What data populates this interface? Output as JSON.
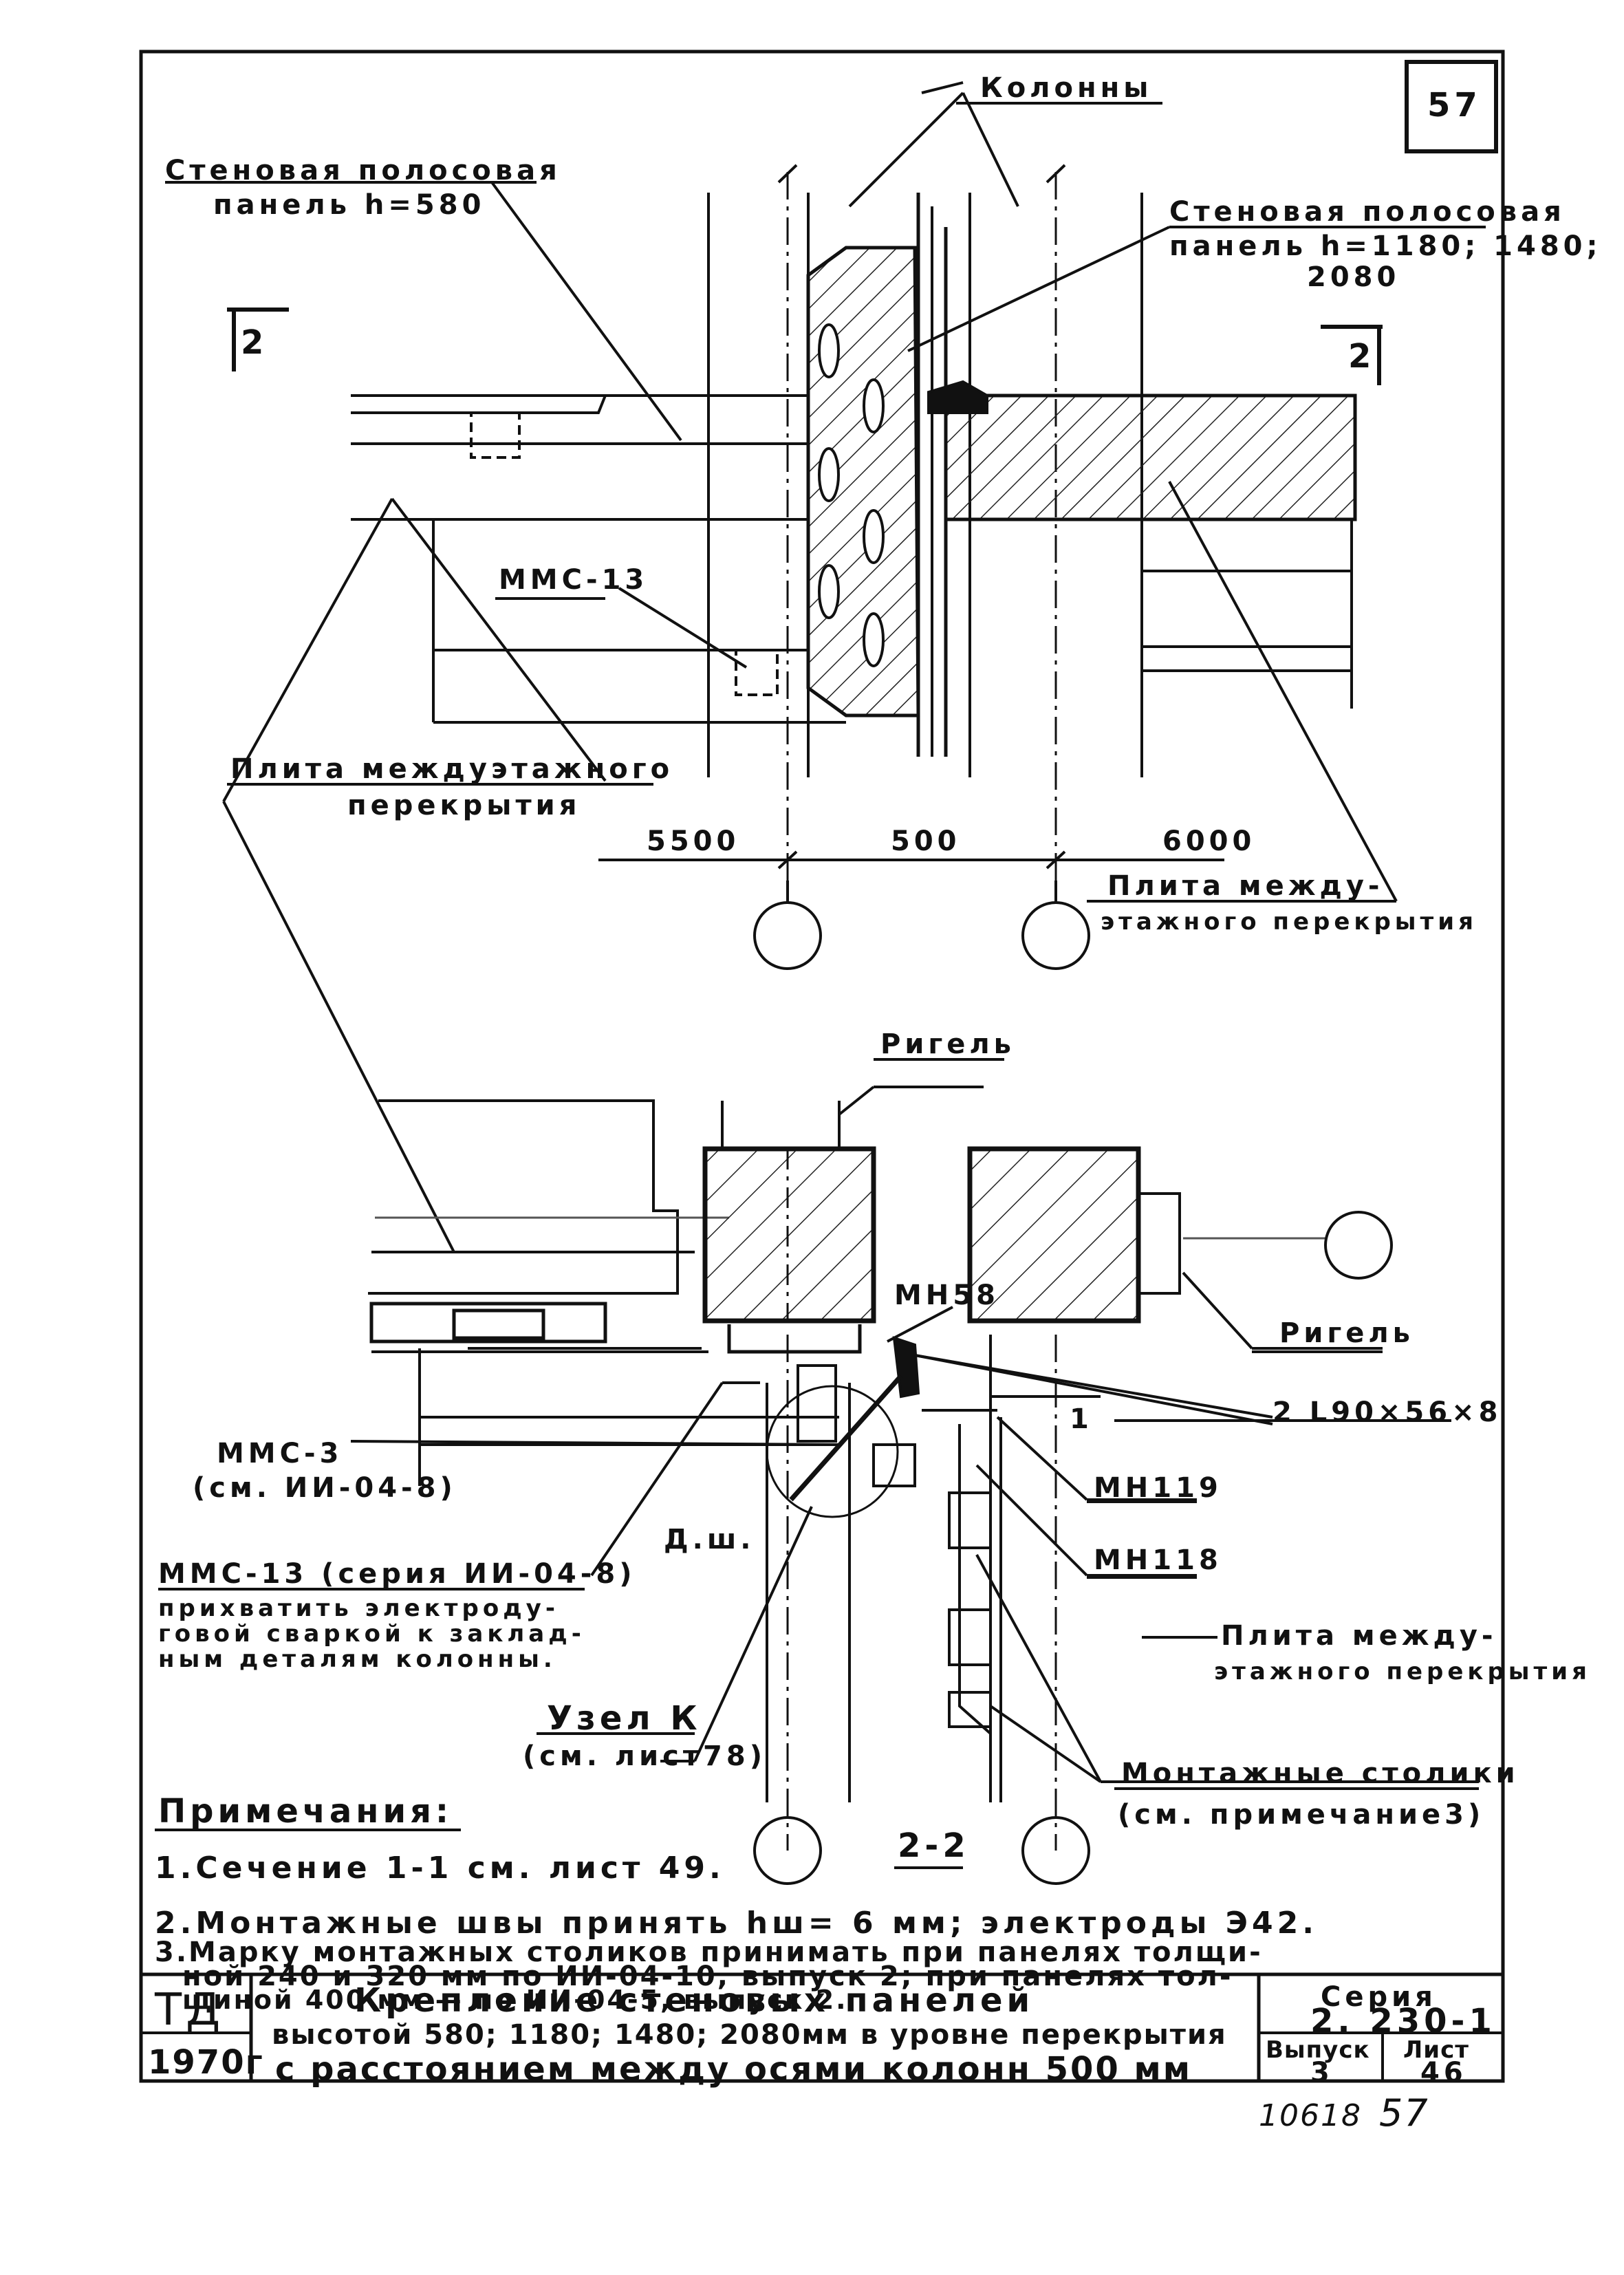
{
  "sheet_number": "57",
  "top_view": {
    "label_columns": "Колонны",
    "label_panel_580_line1": "Стеновая полосовая",
    "label_panel_580_line2": "панель h=580",
    "label_panel_big_line1": "Стеновая полосовая",
    "label_panel_big_line2": "панель h=1180; 1480;",
    "label_panel_big_line3": "2080",
    "section_left": "2",
    "section_right": "2",
    "label_mms13": "ММС-13",
    "label_slab_line1": "Плита междуэтажного",
    "label_slab_line2": "перекрытия",
    "dim_1": "5500",
    "dim_2": "500",
    "dim_3": "6000",
    "label_slab2_line1": "Плита между-",
    "label_slab2_line2": "этажного перекрытия"
  },
  "bottom_view": {
    "label_rigel_top": "Ригель",
    "label_rigel_right": "Ригель",
    "label_mn58": "МН58",
    "label_angles": "2 L90×56×8",
    "label_mms3_line1": "ММС-3",
    "label_mms3_line2": "(см. ИИ-04-8)",
    "label_mn119": "МН119",
    "label_mn118": "МН118",
    "label_dsh": "Д.ш.",
    "label_mms13_line1": "ММС-13 (серия ИИ-04-8)",
    "label_mms13_line2": "прихватить электроду-",
    "label_mms13_line3": "говой сваркой к заклад-",
    "label_mms13_line4": "ным деталям колонны.",
    "label_slab_line1": "Плита между-",
    "label_slab_line2": "этажного перекрытия",
    "label_node_line1": "Узел К",
    "label_node_line2": "(см. лист78)",
    "label_tables_line1": "Монтажные столики",
    "label_tables_line2": "(см. примечание3)",
    "section_title": "2-2",
    "section_mark": "1"
  },
  "notes": {
    "heading": "Примечания:",
    "n1": "1.Сечение 1-1 см. лист 49.",
    "n2": "2.Монтажные швы принять hш= 6 мм; электроды Э42.",
    "n3_line1": "3.Марку монтажных столиков принимать при панелях толщи-",
    "n3_line2": "ной 240 и 320 мм по ИИ-04-10, выпуск 2; при панелях тол-",
    "n3_line3": "щиной 400 мм — по ИИ-04-5, выпуск 2."
  },
  "title_block": {
    "td": "ТД",
    "year": "1970г",
    "title_line1": "Крепление стеновых панелей",
    "title_line2": "высотой 580; 1180; 1480; 2080мм в уровне перекрытия",
    "title_line3": "с расстоянием между осями колонн 500 мм",
    "series_label": "Серия",
    "series_value": "2. 230-1",
    "issue_label": "Выпуск",
    "issue_value": "3",
    "sheet_label": "Лист",
    "sheet_value": "46"
  },
  "footer": {
    "archive_number": "10618",
    "page_number": "57"
  }
}
